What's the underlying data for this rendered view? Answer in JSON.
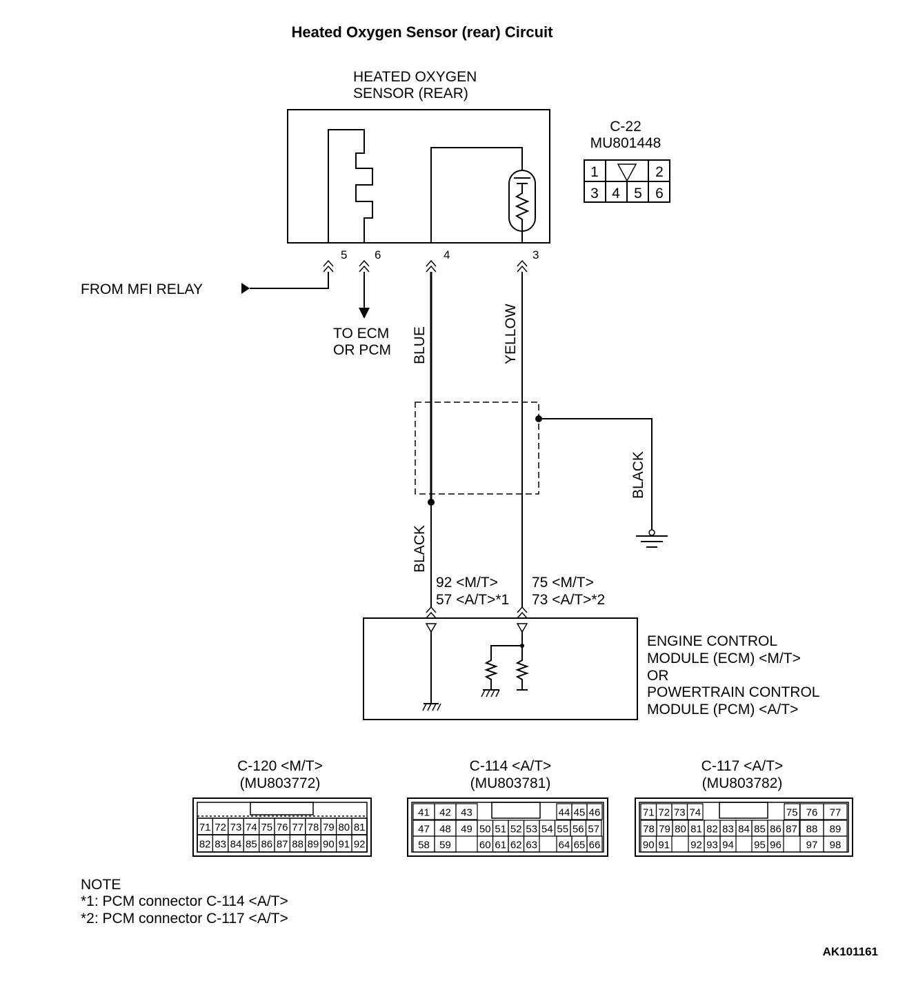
{
  "title": "Heated Oxygen Sensor (rear) Circuit",
  "sensor": {
    "name_line1": "HEATED OXYGEN",
    "name_line2": "SENSOR (REAR)"
  },
  "sensor_connector": {
    "id": "C-22",
    "part": "MU801448",
    "pins": [
      "1",
      "2",
      "3",
      "4",
      "5",
      "6"
    ]
  },
  "terminals": {
    "t5": "5",
    "t6": "6",
    "t4": "4",
    "t3": "3"
  },
  "labels": {
    "from_mfi_relay": "FROM MFI RELAY",
    "to_ecm_line1": "TO ECM",
    "to_ecm_line2": "OR PCM"
  },
  "wires": {
    "blue": "BLUE",
    "yellow": "YELLOW",
    "black_shield": "BLACK",
    "black_ground": "BLACK"
  },
  "ecm_pins": {
    "left_line1": "92 <M/T>",
    "left_line2": "57 <A/T>*1",
    "right_line1": "75 <M/T>",
    "right_line2": "73 <A/T>*2"
  },
  "ecm": {
    "line1": "ENGINE CONTROL",
    "line2": "MODULE (ECM) <M/T>",
    "line3": "OR",
    "line4": "POWERTRAIN CONTROL",
    "line5": "MODULE (PCM) <A/T>"
  },
  "connectors": [
    {
      "title": "C-120 <M/T>",
      "part": "(MU803772)",
      "row1": [
        "71",
        "72",
        "73",
        "74",
        "75",
        "76",
        "77",
        "78",
        "79",
        "80",
        "81"
      ],
      "row2": [
        "82",
        "83",
        "84",
        "85",
        "86",
        "87",
        "88",
        "89",
        "90",
        "91",
        "92"
      ]
    },
    {
      "title": "C-114 <A/T>",
      "part": "(MU803781)",
      "row1a": [
        "41",
        "42",
        "43"
      ],
      "row1b": [
        "44",
        "45",
        "46"
      ],
      "row2": [
        "47",
        "48",
        "49",
        "50",
        "51",
        "52",
        "53",
        "54",
        "55",
        "56",
        "57"
      ],
      "row3a": [
        "58",
        "59"
      ],
      "row3b": [
        "60",
        "61",
        "62",
        "63"
      ],
      "row3c": [
        "64",
        "65",
        "66"
      ]
    },
    {
      "title": "C-117 <A/T>",
      "part": "(MU803782)",
      "row1a": [
        "71",
        "72",
        "73",
        "74"
      ],
      "row1b": [
        "75",
        "76",
        "77"
      ],
      "row2": [
        "78",
        "79",
        "80",
        "81",
        "82",
        "83",
        "84",
        "85",
        "86",
        "87",
        "88",
        "89"
      ],
      "row3a": [
        "90",
        "91"
      ],
      "row3b": [
        "92",
        "93",
        "94"
      ],
      "row3c": [
        "95",
        "96"
      ],
      "row3d": [
        "97",
        "98"
      ]
    }
  ],
  "note": {
    "heading": "NOTE",
    "line1": "*1: PCM connector C-114 <A/T>",
    "line2": "*2: PCM connector C-117 <A/T>"
  },
  "figure_id": "AK101161"
}
